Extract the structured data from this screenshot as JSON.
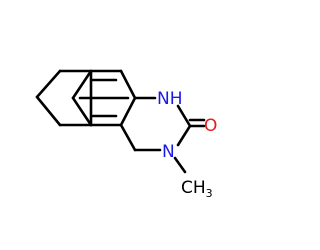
{
  "atoms": {
    "nh": {
      "label": "NH"
    },
    "n": {
      "label": "N"
    },
    "o": {
      "label": "O"
    },
    "ch3": {
      "label": "CH",
      "subscript": "3"
    }
  },
  "colors": {
    "bond": "#000000",
    "nitrogen": "#1a1ae6",
    "oxygen": "#e61a1a",
    "carbon_label": "#000000",
    "background": "#ffffff"
  }
}
